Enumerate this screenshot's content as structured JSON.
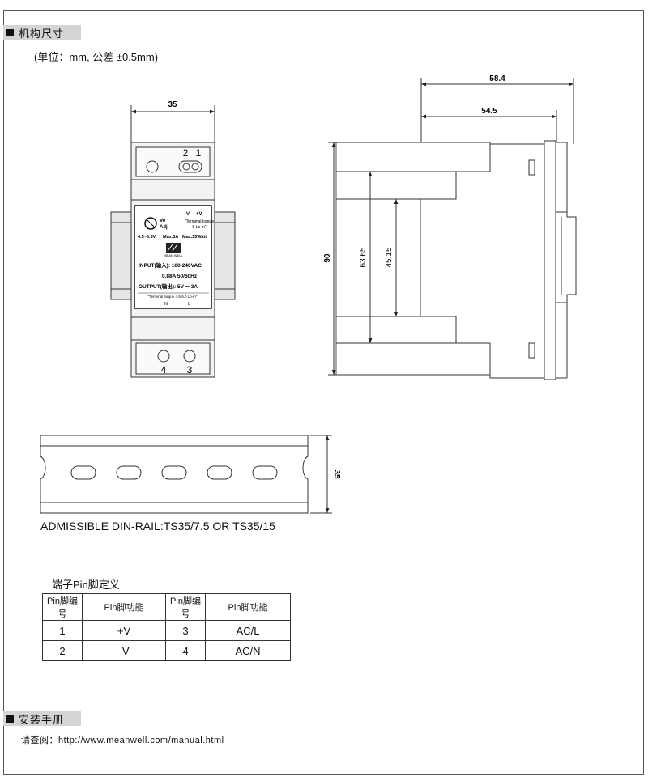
{
  "sections": {
    "mechanical": "机构尺寸",
    "installation": "安装手册"
  },
  "unit_note": "(单位：mm, 公差 ±0.5mm)",
  "front_view": {
    "width_dim": "35",
    "terminals_top": [
      "2",
      "1"
    ],
    "terminals_bottom": [
      "4",
      "3"
    ],
    "label": {
      "vo": "Vo",
      "adj": "Adj.",
      "minus_v": "-V",
      "plus_v": "+V",
      "torque_line1": "\"Terminal torque",
      "torque_line2": "5 Lb-in\"",
      "output_range": "4.5~5.5V",
      "max_current": "Max.3A",
      "max_power": "Max.15Watt",
      "brand": "MEAN WELL",
      "input_line": "INPUT(输入): 100-240VAC",
      "input_spec": "0.88A   50/60Hz",
      "output_line": "OUTPUT(输出): 5V ⎓ 3A",
      "output_torque": "\"Terminal torque 4.5-6.0 Lb-in\"",
      "n": "N",
      "l": "L"
    }
  },
  "side_view": {
    "dim_total_depth": "58.4",
    "dim_depth": "54.5",
    "dim_height": "90",
    "dim_step1": "63.65",
    "dim_step2": "45.15"
  },
  "din_rail": {
    "height_dim": "35",
    "caption": "ADMISSIBLE DIN-RAIL:TS35/7.5 OR TS35/15"
  },
  "pin_table": {
    "title": "端子Pin脚定义",
    "headers": [
      "Pin脚编号",
      "Pin脚功能",
      "Pin脚编号",
      "Pin脚功能"
    ],
    "rows": [
      [
        "1",
        "+V",
        "3",
        "AC/L"
      ],
      [
        "2",
        "-V",
        "4",
        "AC/N"
      ]
    ]
  },
  "manual": "请查阅：http://www.meanwell.com/manual.html"
}
